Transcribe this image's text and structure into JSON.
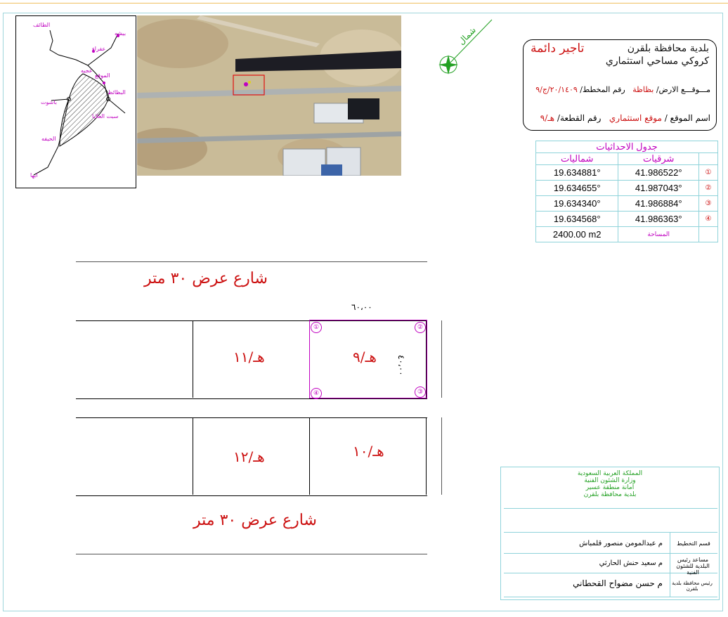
{
  "header": {
    "municipality": "بلدية محافظة بلقرن",
    "survey_type": "كروكي مساحي استثماري",
    "tag": "تاجير دائمة",
    "location_label": "مـــوقـــع الارض/",
    "location_value": "بظاظة",
    "plan_label": "رقم المخطط/",
    "plan_value": "٢٠/١٤٠٩/ج/٩",
    "site_name_label": "اسم الموقع /",
    "site_name_value": "موقع استثماري",
    "plot_label": "رقم القطعة/",
    "plot_value": "هـ/٩"
  },
  "north_label": "شمال",
  "key_map": {
    "labels": {
      "taif": "الطائف",
      "bisha": "بيشه",
      "afraa": "عفراء",
      "location": "الموقع",
      "ajaja": "عجيه",
      "bathaith": "البظائظ",
      "bashut": "باشوت",
      "sabt": "سبت العلايا",
      "hayfa": "الحيفه",
      "abha": "ابها"
    }
  },
  "coord_table": {
    "title": "جدول الاحداثيات",
    "col_north": "شماليات",
    "col_east": "شرقيات",
    "rows": [
      {
        "north": "19.634881°",
        "east": "41.986522°",
        "point": "①"
      },
      {
        "north": "19.634655°",
        "east": "41.987043°",
        "point": "②"
      },
      {
        "north": "19.634340°",
        "east": "41.986884°",
        "point": "③"
      },
      {
        "north": "19.634568°",
        "east": "41.986363°",
        "point": "④"
      }
    ],
    "area_value": "2400.00 m2",
    "area_label": "المساحة"
  },
  "plan": {
    "street_top": "شارع عرض ٣٠ متر",
    "street_bottom": "شارع عرض ٣٠ متر",
    "width_dim": "٦٠،٠٠",
    "depth_dim": "٤٠،٠٠",
    "plot_11": "هـ/١١",
    "plot_9": "هـ/٩",
    "plot_12": "هـ/١٢",
    "plot_10": "هـ/١٠",
    "corner_1": "①",
    "corner_2": "②",
    "corner_3": "③",
    "corner_4": "④"
  },
  "title_block": {
    "line1": "المملكة العربية السعودية",
    "line2": "وزارة الشئون الفنية",
    "line3": "امانة منطقة عسير",
    "line4": "بلدية محافظة بلقرن",
    "row1_role": "قسم التخطيط",
    "row1_name": "م عبدالمومن منصور قلمباش",
    "row2_role": "مساعد رئيس البلدية للشئون الفنية",
    "row2_name": "م سعيد حنش الحارثي",
    "row3_role": "رئيس محافظة بلدية بلقرن",
    "row3_name": "م حسن مضواح القحطاني"
  },
  "colors": {
    "red": "#cc1111",
    "magenta": "#c000c0",
    "cyan_border": "#8fd3da",
    "green": "#22a022"
  }
}
